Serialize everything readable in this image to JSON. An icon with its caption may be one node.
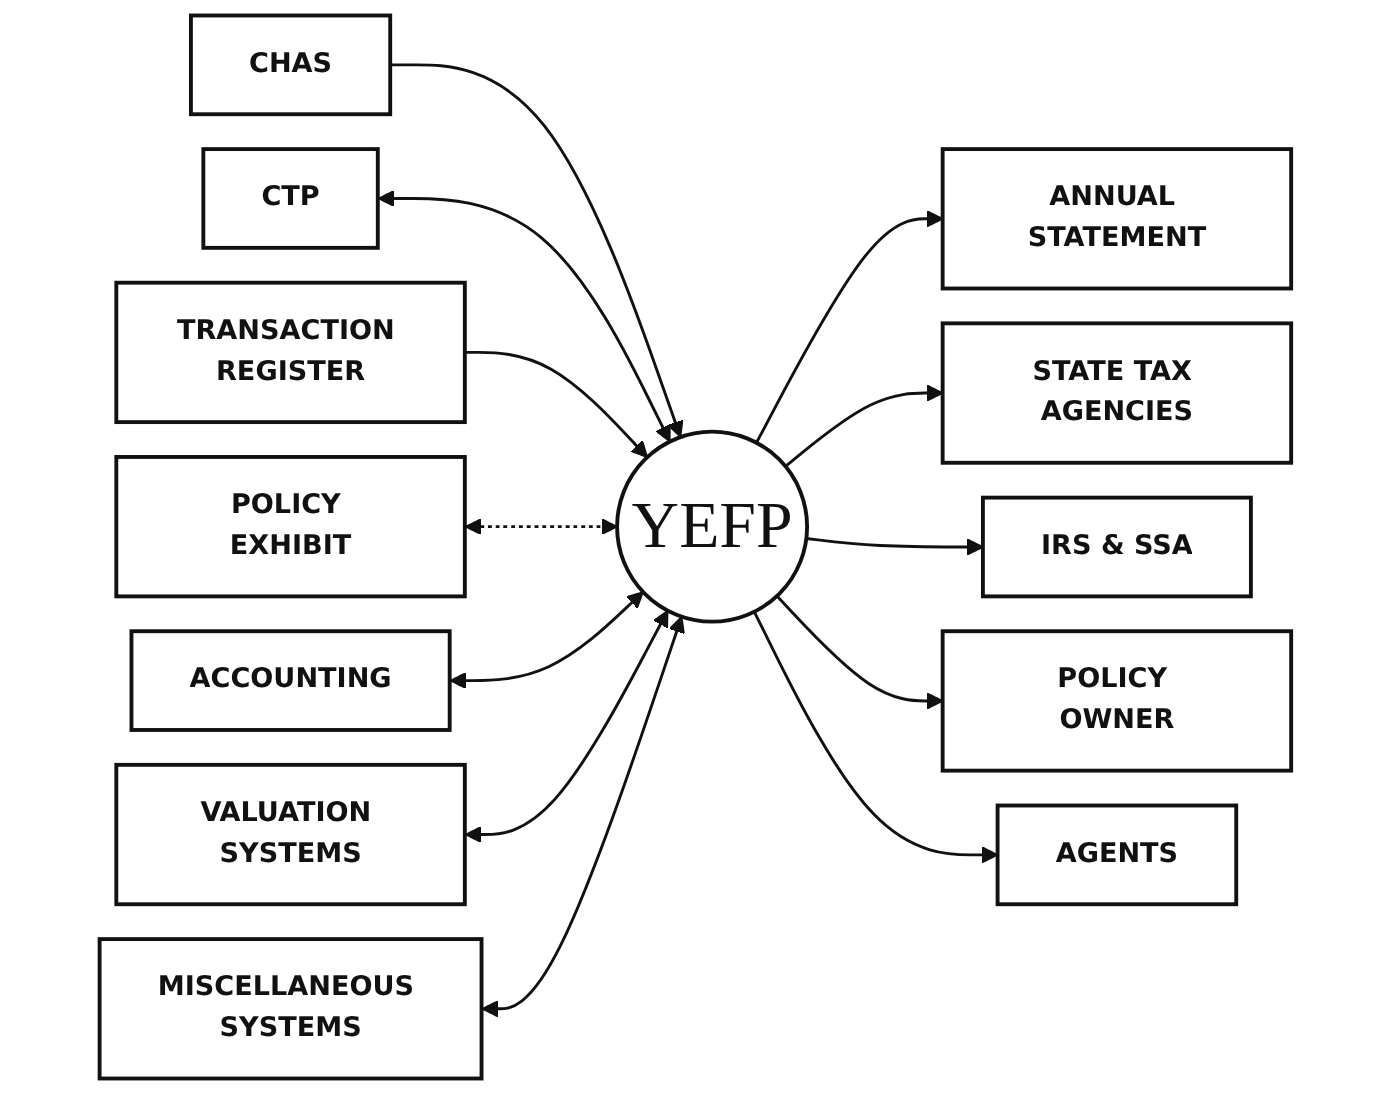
{
  "diagram": {
    "nodes": [
      {
        "text": [
          "CHAS"
        ]
      },
      {
        "text": [
          "ANNUAL STATEMENT"
        ]
      },
      {
        "text": [
          "CTP"
        ]
      },
      {
        "text": [
          "STATE TAX AGENCIES"
        ]
      },
      {
        "text": [
          "TRANSACTION REGISTER"
        ]
      },
      {
        "text": [
          "IRS & SSA"
        ]
      },
      {
        "text": [
          "YEFP"
        ]
      },
      {
        "text": [
          "POLICY EXHIBIT"
        ]
      },
      {
        "text": [
          "POLICY OWNER"
        ]
      },
      {
        "text": [
          "ACCOUNTING"
        ]
      },
      {
        "text": [
          "AGENTS"
        ]
      },
      {
        "text": [
          "VALUATION SYSTEMS"
        ]
      },
      {
        "text": [
          "MISCELLANEOUS SYSTEMS"
        ]
      }
    ],
    "edges": [
      {
        "from": 0,
        "to": 6,
        "arrow": "to"
      },
      {
        "from": 6,
        "to": 1,
        "arrow": "to"
      },
      {
        "from": 2,
        "to": 6,
        "arrow": "both"
      },
      {
        "from": 6,
        "to": 3,
        "arrow": "to"
      },
      {
        "from": 4,
        "to": 6,
        "arrow": "to"
      },
      {
        "from": 6,
        "to": 5,
        "arrow": "to"
      },
      {
        "from": 7,
        "to": 6,
        "arrow": "both",
        "style": "dashed"
      },
      {
        "from": 6,
        "to": 8,
        "arrow": "to"
      },
      {
        "from": 9,
        "to": 6,
        "arrow": "both"
      },
      {
        "from": 6,
        "to": 10,
        "arrow": "to"
      },
      {
        "from": 11,
        "to": 6,
        "arrow": "both"
      },
      {
        "from": 12,
        "to": 6,
        "arrow": "both"
      }
    ]
  }
}
